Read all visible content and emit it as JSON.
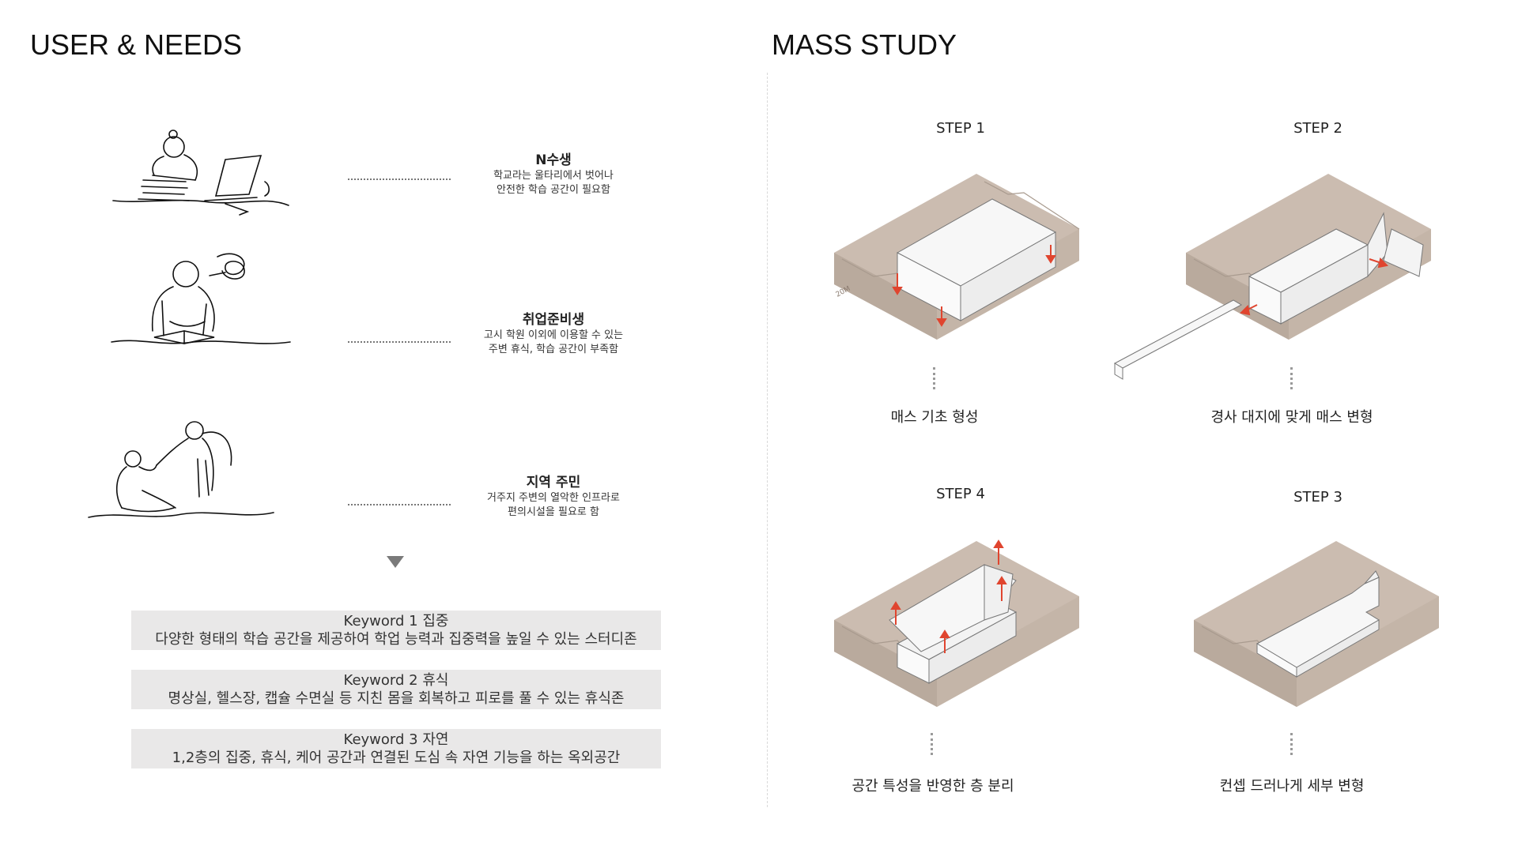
{
  "left": {
    "title": "USER & NEEDS",
    "users": [
      {
        "name": "N수생",
        "desc_line1": "학교라는 울타리에서 벗어나",
        "desc_line2": "안전한 학습 공간이 필요함",
        "icon": "person-studying-laptop-icon"
      },
      {
        "name": "취업준비생",
        "desc_line1": "고시 학원 이외에 이용할 수 있는",
        "desc_line2": "주변 휴식, 학습 공간이 부족함",
        "icon": "stressed-person-reading-icon"
      },
      {
        "name": "지역 주민",
        "desc_line1": "거주지 주변의 열악한 인프라로",
        "desc_line2": "편의시설을 필요로 함",
        "icon": "people-helping-icon"
      }
    ],
    "keywords": [
      {
        "title": "Keyword 1  집중",
        "desc": "다양한 형태의 학습 공간을 제공하여 학업 능력과 집중력을 높일 수 있는 스터디존"
      },
      {
        "title": "Keyword 2  휴식",
        "desc": "명상실, 헬스장, 캡슐 수면실 등 지친 몸을 회복하고 피로를 풀 수 있는 휴식존"
      },
      {
        "title": "Keyword 3  자연",
        "desc": "1,2층의 집중, 휴식, 케어 공간과 연결된 도심 속 자연 기능을 하는 옥외공간"
      }
    ]
  },
  "right": {
    "title": "MASS STUDY",
    "steps": [
      {
        "label": "STEP 1",
        "caption": "매스 기초 형성",
        "annotation": "20M"
      },
      {
        "label": "STEP 2",
        "caption": "경사 대지에 맞게 매스 변형"
      },
      {
        "label": "STEP 4",
        "caption": "공간 특성을 반영한 층 분리"
      },
      {
        "label": "STEP 3",
        "caption": "컨셉 드러나게 세부 변형"
      }
    ]
  },
  "colors": {
    "terrain": "#cbbcb0",
    "terrain_edge": "#a89a8e",
    "arrow": "#e0452f",
    "box": "#f4f4f4"
  }
}
